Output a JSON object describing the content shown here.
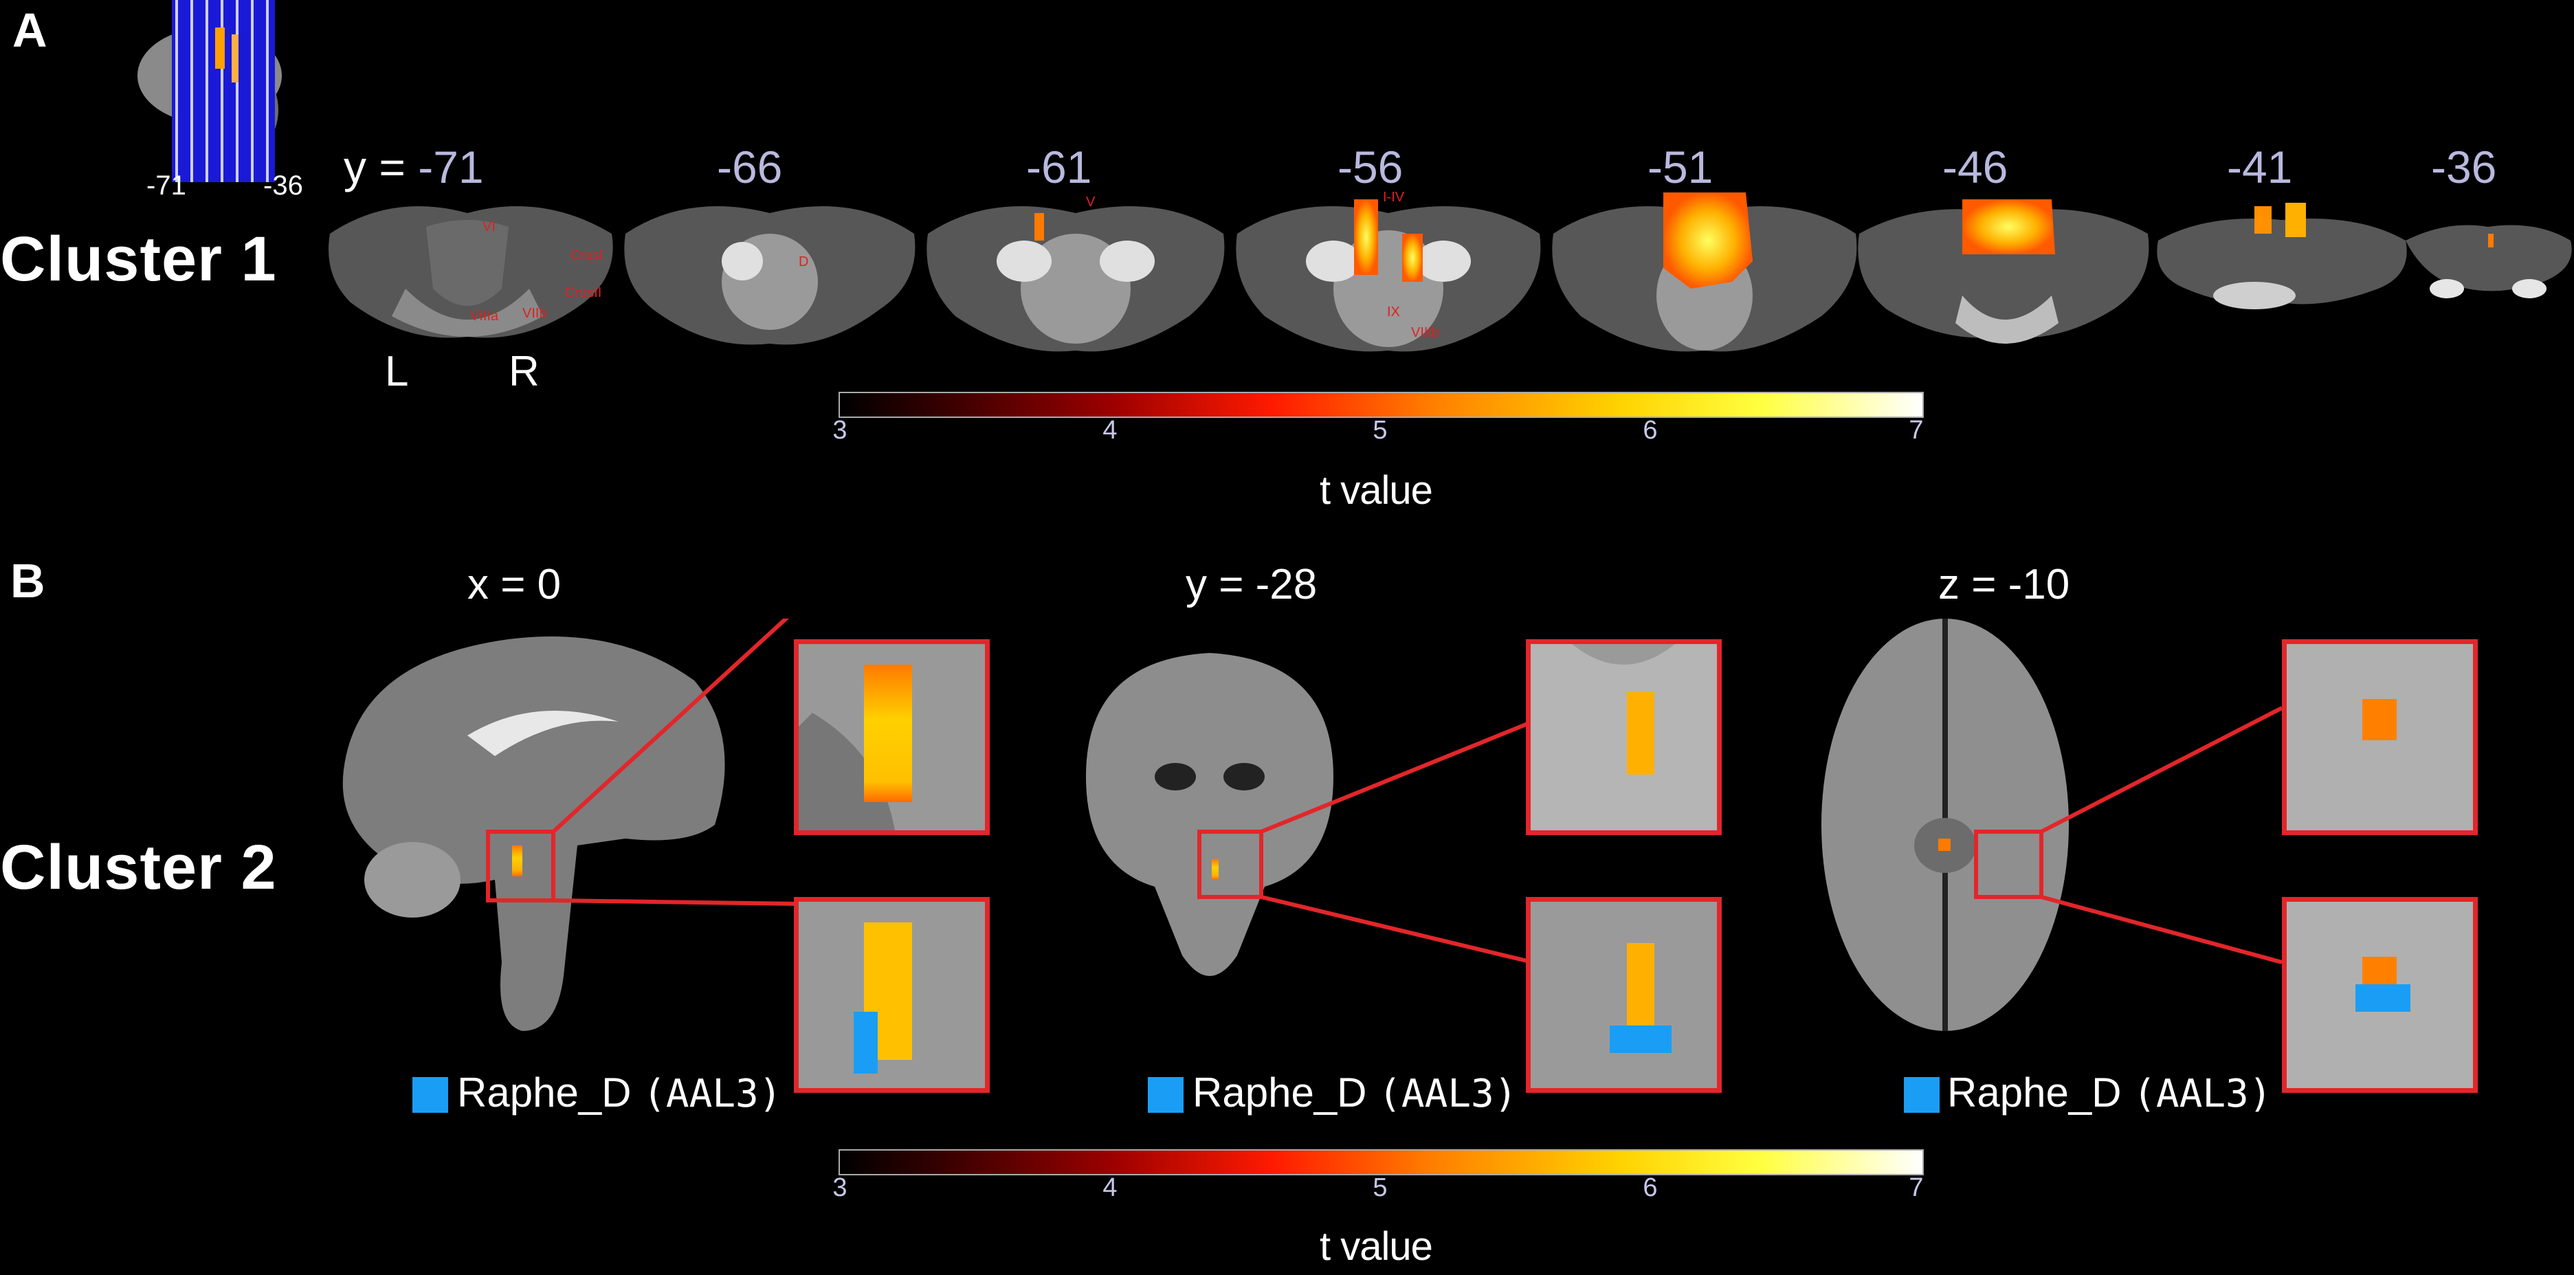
{
  "panel_a": {
    "letter": "A",
    "cluster_label": "Cluster 1",
    "thumbnail_labels": [
      "-71",
      "-36"
    ],
    "coord_prefix": "y = ",
    "slices": [
      "-71",
      "-66",
      "-61",
      "-56",
      "-51",
      "-46",
      "-41",
      "-36"
    ],
    "lr": {
      "left": "L",
      "right": "R"
    },
    "region_labels": [
      "V",
      "VI",
      "D",
      "CrusI",
      "CrusII",
      "VIIb",
      "VIIIa",
      "VIIIb",
      "IX",
      "I-IV"
    ],
    "colorbar": {
      "ticks": [
        "3",
        "4",
        "5",
        "6",
        "7"
      ],
      "label": "t value"
    }
  },
  "panel_b": {
    "letter": "B",
    "cluster_label": "Cluster 2",
    "views": [
      {
        "coord": "x = 0",
        "legend_name": "Raphe_D ",
        "legend_atlas": "(AAL3)"
      },
      {
        "coord": "y = -28",
        "legend_name": "Raphe_D ",
        "legend_atlas": "(AAL3)"
      },
      {
        "coord": "z = -10",
        "legend_name": "Raphe_D ",
        "legend_atlas": "(AAL3)"
      }
    ],
    "colorbar": {
      "ticks": [
        "3",
        "4",
        "5",
        "6",
        "7"
      ],
      "label": "t value"
    }
  },
  "colors": {
    "background": "#000000",
    "zoom_box": "#e2262a",
    "raphe_overlay": "#1a9ef5",
    "coord_text": "#b9b9de",
    "thumbnail_slice_lines": "#1a1ad6"
  }
}
